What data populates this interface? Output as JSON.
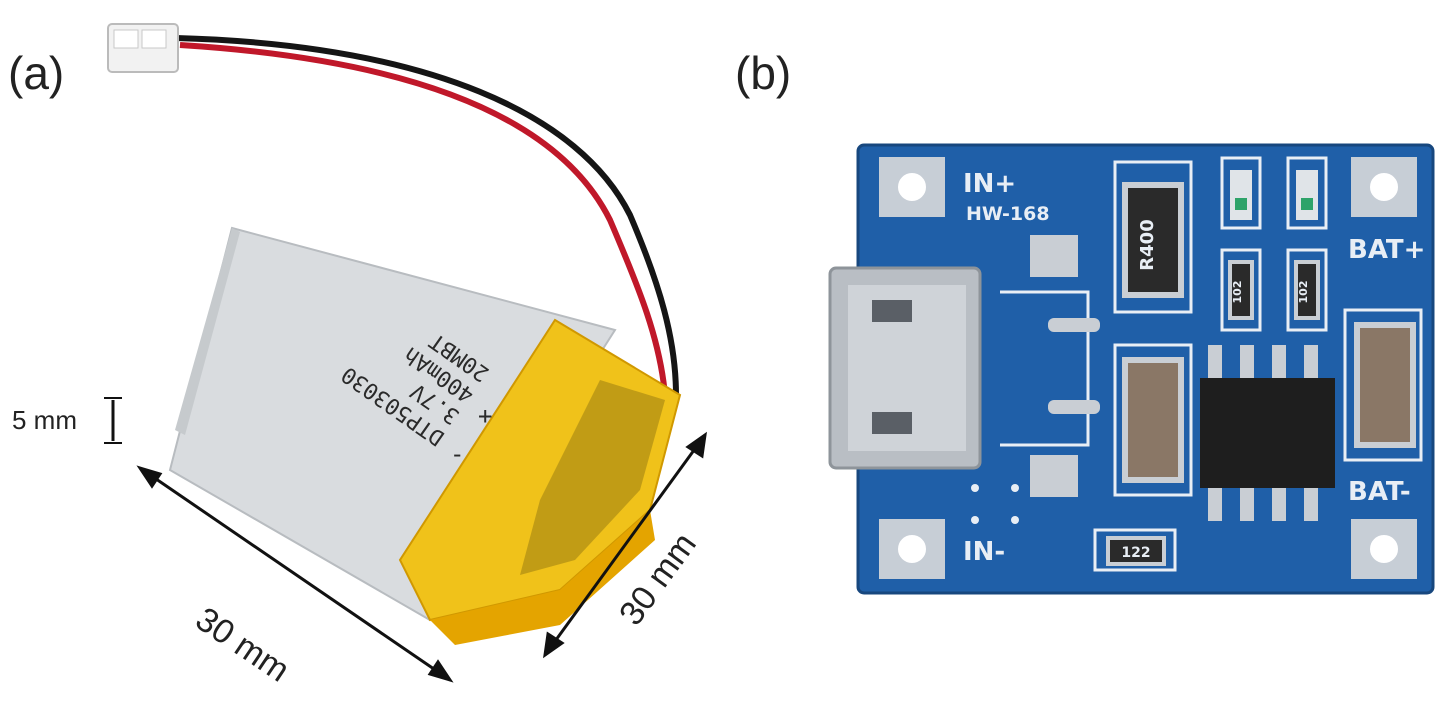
{
  "panels": {
    "a_label": "(a)",
    "b_label": "(b)"
  },
  "battery": {
    "model": "DTP503030",
    "voltage": "3.7V",
    "capacity": "400mAh",
    "code": "20MBT",
    "plus": "+",
    "minus": "-"
  },
  "dimensions": {
    "thickness": "5 mm",
    "width": "30 mm",
    "length": "30 mm"
  },
  "board": {
    "name": "HW-168",
    "in_plus": "IN+",
    "in_minus": "IN-",
    "bat_plus": "BAT+",
    "bat_minus": "BAT-",
    "r1": "R400",
    "r2": "102",
    "r3": "102",
    "r4": "122",
    "board_color": "#1f5fa8",
    "silk_color": "#e8eef5"
  },
  "colors": {
    "battery_foil": "#d9dcdf",
    "kapton": "#e8b400",
    "wire_red": "#c0182a",
    "wire_black": "#151515"
  }
}
